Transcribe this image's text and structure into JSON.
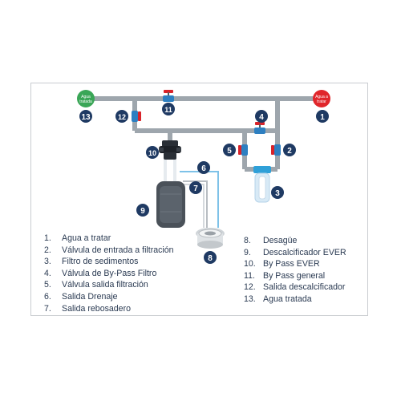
{
  "endpoints": {
    "treated": {
      "label_line1": "Agua",
      "label_line2": "tratada",
      "color": "#3aa657"
    },
    "raw": {
      "label_line1": "Agua a",
      "label_line2": "tratar",
      "color": "#e0262b"
    }
  },
  "colors": {
    "pipe": "#9ea6ad",
    "badge": "#1f3a63",
    "valve_handle": "#d9232a",
    "valve_body": "#2d7fc1",
    "filter_cap": "#2fa0d8",
    "tank": "#4a5159",
    "border": "#c9ccd0",
    "text": "#2a3a52"
  },
  "badges": {
    "b1": "1",
    "b2": "2",
    "b3": "3",
    "b4": "4",
    "b5": "5",
    "b6": "6",
    "b7": "7",
    "b8": "8",
    "b9": "9",
    "b10": "10",
    "b11": "11",
    "b12": "12",
    "b13": "13"
  },
  "legend_left": [
    {
      "num": "1.",
      "text": "Agua a tratar"
    },
    {
      "num": "2.",
      "text": "Válvula de entrada a filtración"
    },
    {
      "num": "3.",
      "text": "Filtro de sedimentos"
    },
    {
      "num": "4.",
      "text": "Válvula de By-Pass Filtro"
    },
    {
      "num": "5.",
      "text": "Válvula salida filtración"
    },
    {
      "num": "6.",
      "text": "Salida Drenaje"
    },
    {
      "num": "7.",
      "text": "Salida rebosadero"
    }
  ],
  "legend_right": [
    {
      "num": "8.",
      "text": "Desagüe"
    },
    {
      "num": "9.",
      "text": "Descalcificador EVER"
    },
    {
      "num": "10.",
      "text": "By Pass EVER"
    },
    {
      "num": "11.",
      "text": "By Pass general"
    },
    {
      "num": "12.",
      "text": "Salida descalcificador"
    },
    {
      "num": "13.",
      "text": "Agua tratada"
    }
  ]
}
